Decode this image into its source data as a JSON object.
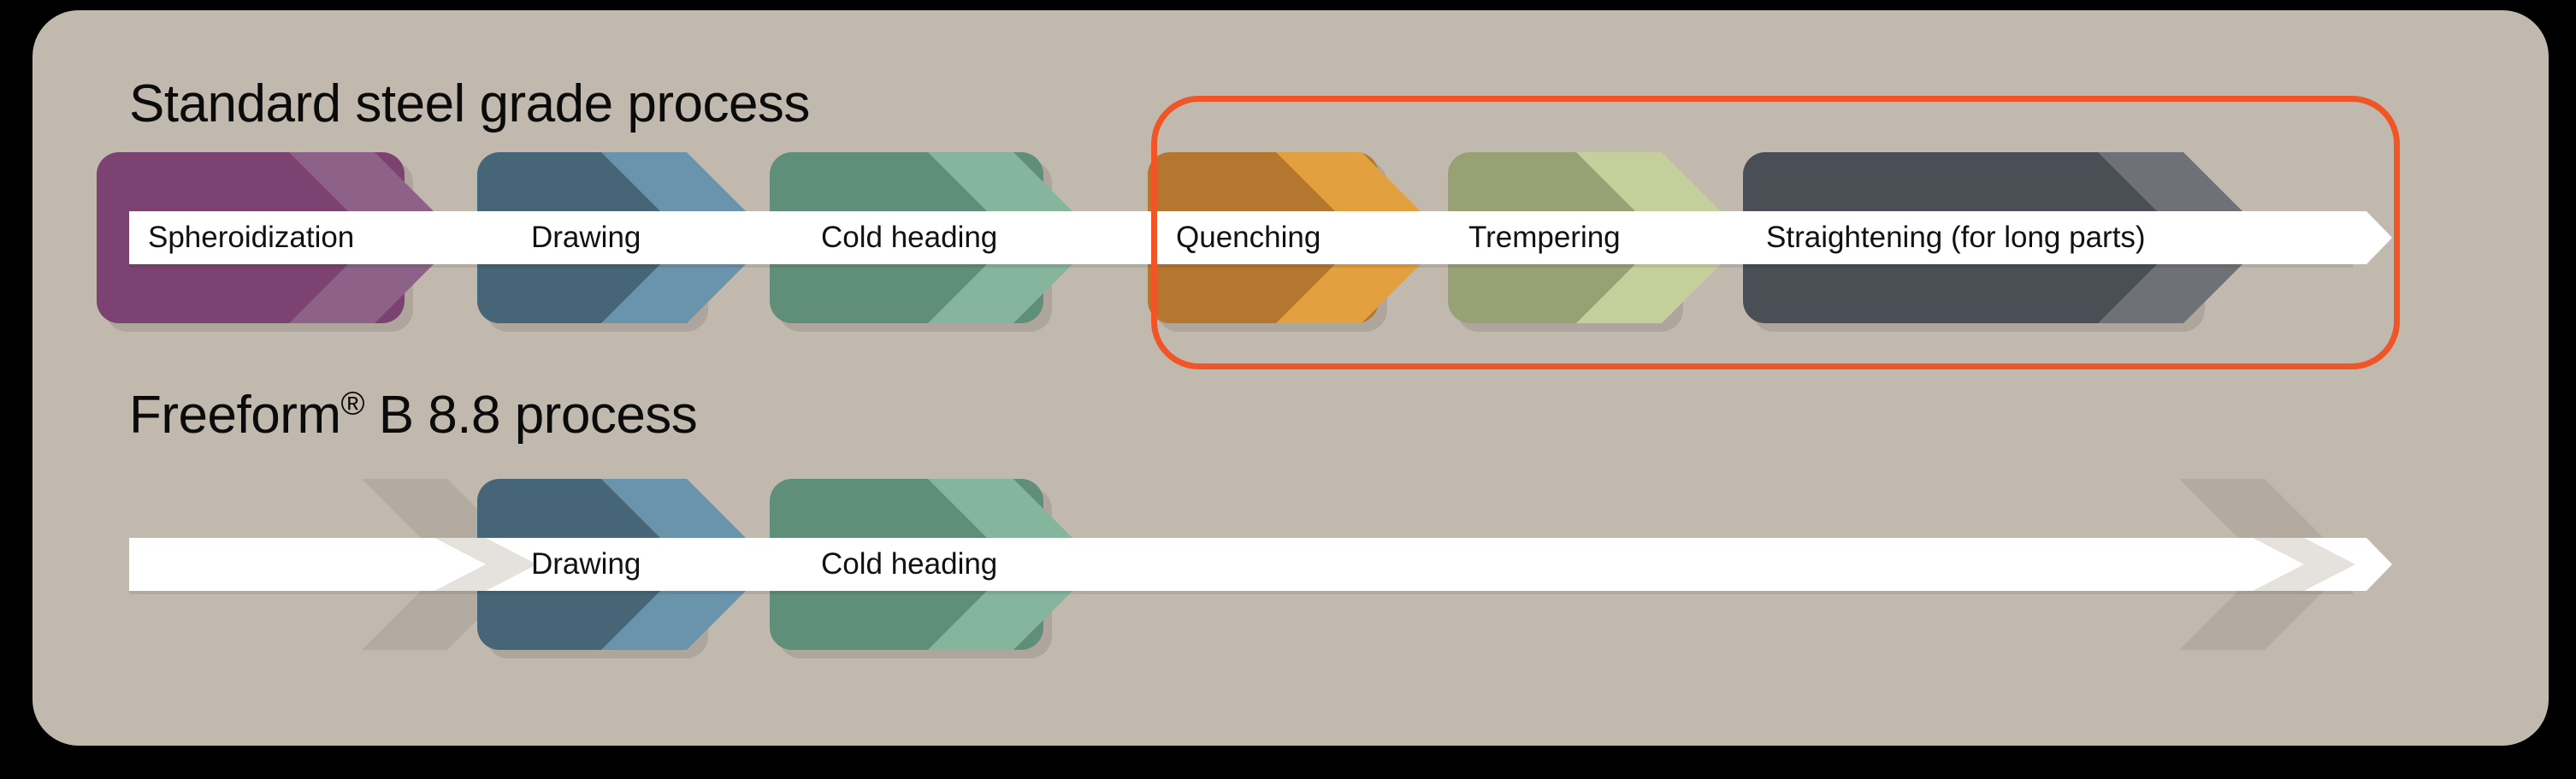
{
  "figure": {
    "background_color": "#000000",
    "panel_color": "#C2B9AE",
    "highlight_color": "#EF5526",
    "band_color": "#FFFFFF",
    "text_color": "#111111"
  },
  "rows": [
    {
      "id": "standard",
      "title": "Standard steel grade process",
      "steps": [
        {
          "label": "Spheroidization",
          "color_dark": "#7C4372",
          "color_light": "#8E6288"
        },
        {
          "label": "Drawing",
          "color_dark": "#466577",
          "color_light": "#6A93AC"
        },
        {
          "label": "Cold heading",
          "color_dark": "#5F8F79",
          "color_light": "#85B59C"
        },
        {
          "label": "Quenching",
          "color_dark": "#B5762F",
          "color_light": "#E3A03F"
        },
        {
          "label": "Trempering",
          "color_dark": "#97A173",
          "color_light": "#C5CF9B"
        },
        {
          "label": "Straightening (for long parts)",
          "color_dark": "#4A4F55",
          "color_light": "#6E7276"
        }
      ],
      "highlighted_steps": [
        "Quenching",
        "Trempering",
        "Straightening (for long parts)"
      ]
    },
    {
      "id": "freeform",
      "title": "Freeform® B 8.8 process",
      "title_parts": {
        "name": "Freeform",
        "registered": "®",
        "rest": " B 8.8 process"
      },
      "steps": [
        {
          "label": "",
          "color_dark": "#B3AAA0",
          "color_light": "#B3AAA0",
          "placeholder": true
        },
        {
          "label": "Drawing",
          "color_dark": "#466577",
          "color_light": "#6A93AC"
        },
        {
          "label": "Cold heading",
          "color_dark": "#5F8F79",
          "color_light": "#85B59C"
        },
        {
          "label": "",
          "color_dark": "#B3AAA0",
          "color_light": "#B3AAA0",
          "placeholder": true
        }
      ]
    }
  ]
}
